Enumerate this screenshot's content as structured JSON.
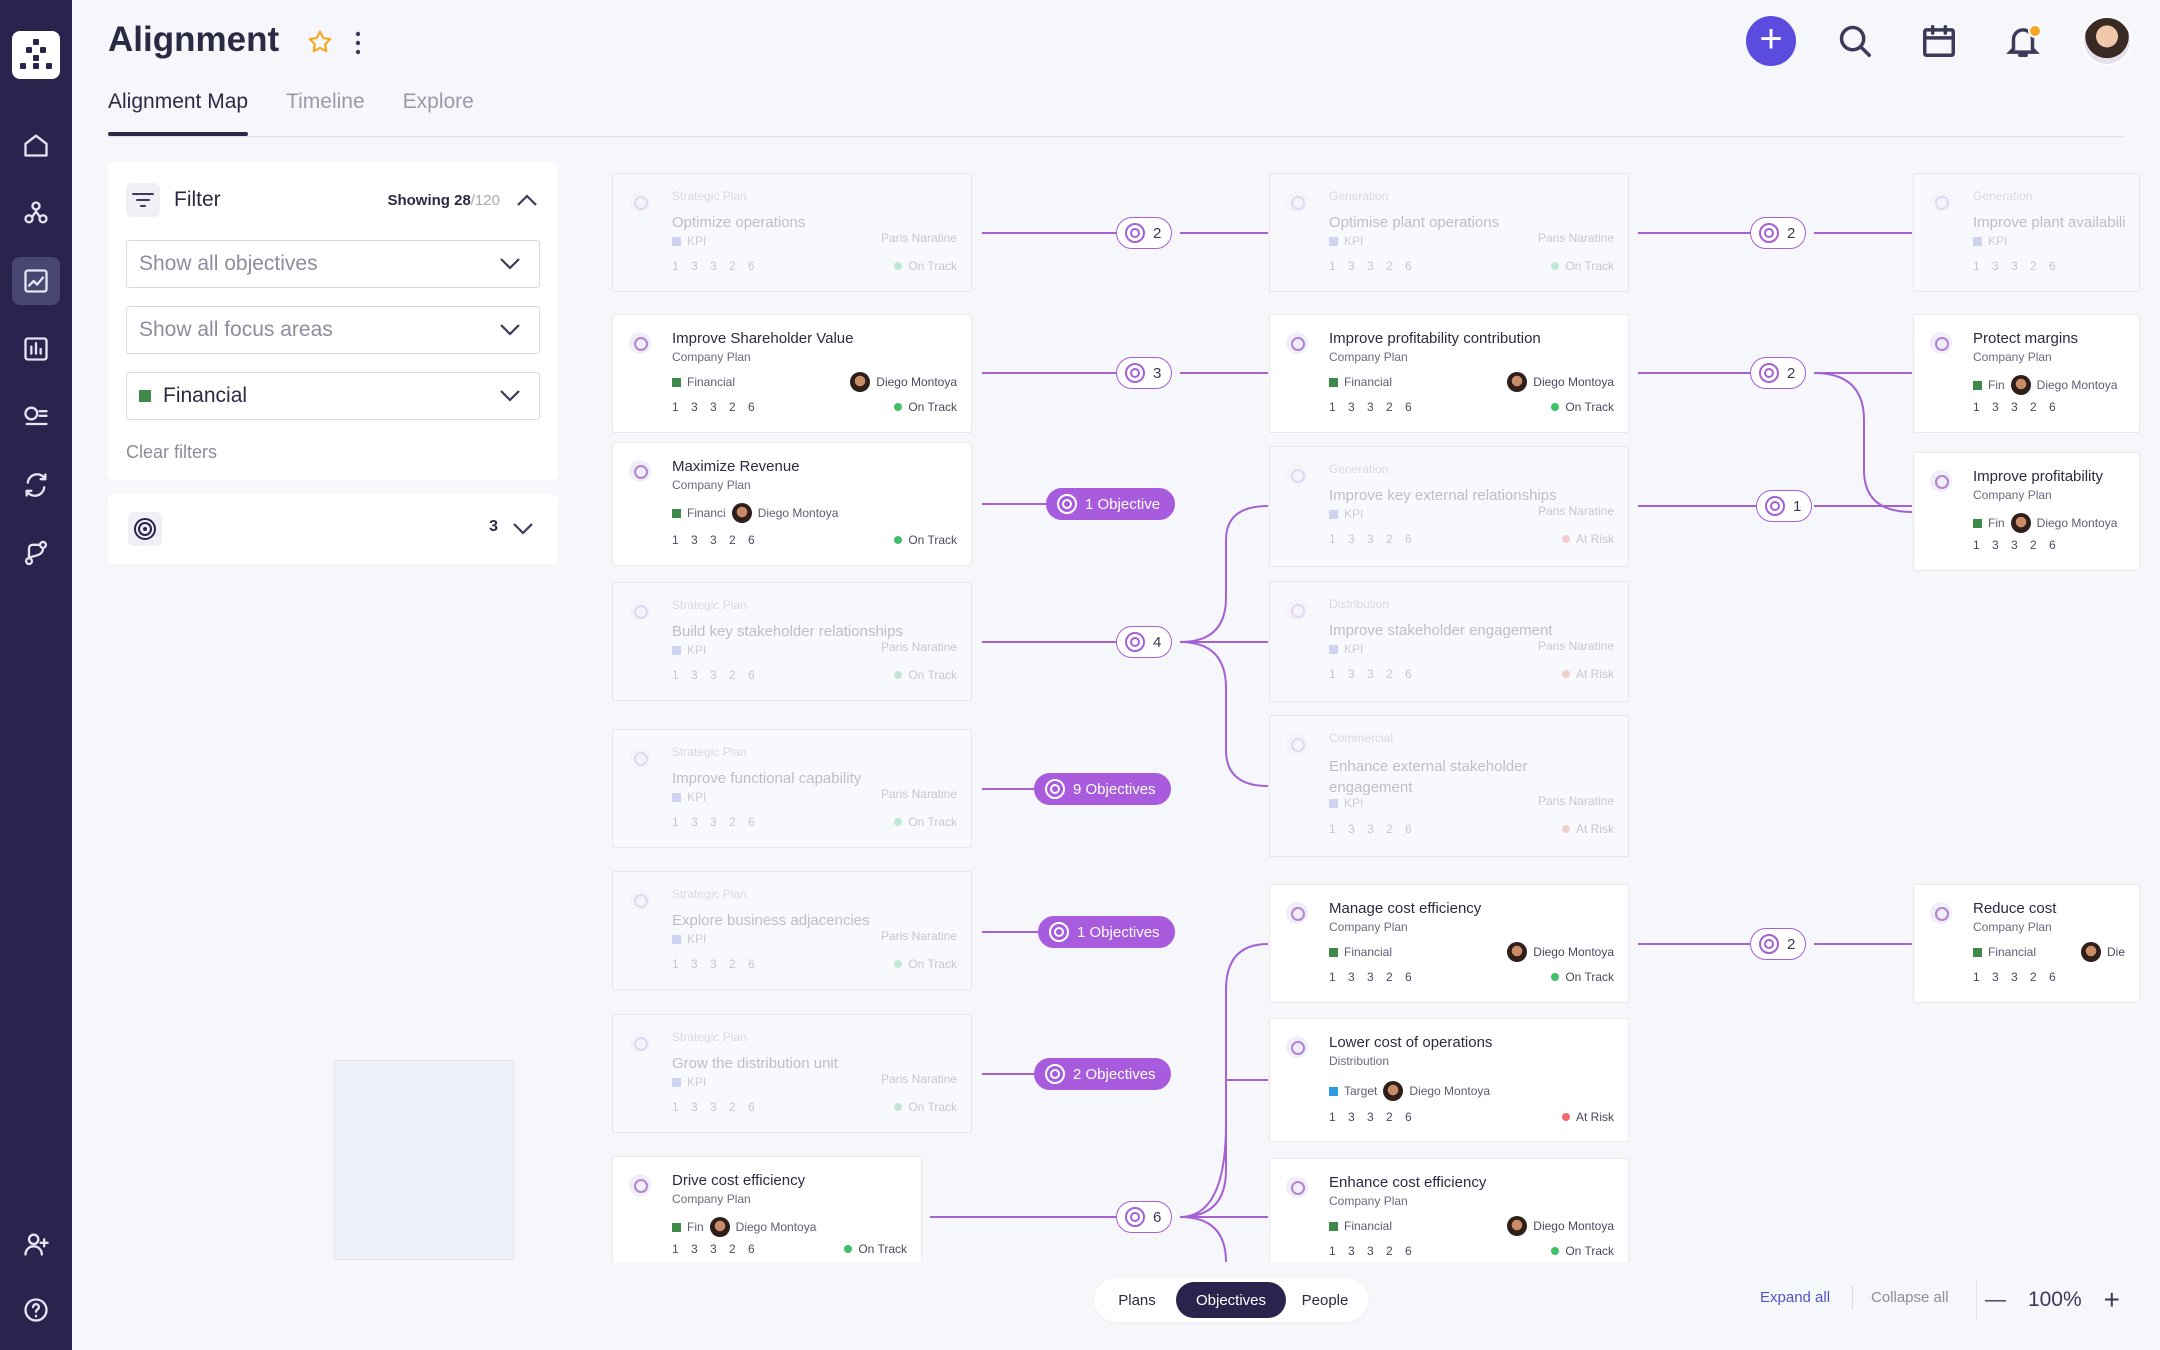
{
  "app": {
    "title": "Alignment",
    "tabs": [
      "Alignment Map",
      "Timeline",
      "Explore"
    ],
    "accent": "#5b4bdf",
    "sidebar_bg": "#28244e"
  },
  "sidebar": {
    "icons": [
      "home-icon",
      "people-network-icon",
      "trend-chart-icon",
      "bar-chart-icon",
      "report-icon",
      "sync-icon",
      "branch-icon",
      "add-user-icon",
      "help-icon"
    ]
  },
  "filter": {
    "title": "Filter",
    "showing": "Showing 28",
    "total": "/120",
    "objectives_placeholder": "Show all objectives",
    "focus_placeholder": "Show all focus areas",
    "area_value": "Financial",
    "clear": "Clear filters",
    "count": "3"
  },
  "cards": [
    {
      "sup": "Strategic Plan",
      "name": "Optimize operations",
      "fa": "KPI",
      "owner": "Paris Naratine",
      "stats": "1 3 3 2 6",
      "status": "On Track",
      "faded": true
    },
    {
      "sup": "",
      "name": "Improve Shareholder Value",
      "sub": "Company Plan",
      "fa": "Financial",
      "owner": "Diego Montoya",
      "stats": "1 3 3 2 6",
      "status": "On Track"
    },
    {
      "sup": "",
      "name": "Maximize Revenue",
      "sub": "Company Plan",
      "fa": "Financi",
      "owner": "Diego Montoya",
      "stats": "1 3 3 2 6",
      "status": "On Track"
    },
    {
      "sup": "Strategic Plan",
      "name": "Build key stakeholder relationships",
      "fa": "KPI",
      "owner": "Paris Naratine",
      "stats": "1 3 3 2 6",
      "status": "On Track",
      "faded": true
    },
    {
      "sup": "Strategic Plan",
      "name": "Improve functional capability",
      "fa": "KPI",
      "owner": "Paris Naratine",
      "stats": "1 3 3 2 6",
      "status": "On Track",
      "faded": true
    },
    {
      "sup": "Strategic Plan",
      "name": "Explore business adjacencies",
      "fa": "KPI",
      "owner": "Paris Naratine",
      "stats": "1 3 3 2 6",
      "status": "On Track",
      "faded": true
    },
    {
      "sup": "Strategic Plan",
      "name": "Grow the distribution unit",
      "fa": "KPI",
      "owner": "Paris Naratine",
      "stats": "1 3 3 2 6",
      "status": "On Track",
      "faded": true
    },
    {
      "sup": "",
      "name": "Drive cost efficiency",
      "sub": "Company Plan",
      "fa": "Fin",
      "owner": "Diego Montoya",
      "stats": "1 3 3 2 6",
      "status": "On Track"
    },
    {
      "sup": "Generation",
      "name": "Optimise plant operations",
      "fa": "KPI",
      "owner": "Paris Naratine",
      "stats": "1 3 3 2 6",
      "status": "On Track",
      "faded": true
    },
    {
      "sup": "",
      "name": "Improve profitability contribution",
      "sub": "Company Plan",
      "fa": "Financial",
      "owner": "Diego Montoya",
      "stats": "1 3 3 2 6",
      "status": "On Track"
    },
    {
      "sup": "Generation",
      "name": "Improve key external relationships",
      "fa": "KPI",
      "owner": "Paris Naratine",
      "stats": "1 3 3 2 6",
      "status": "At Risk",
      "faded": true
    },
    {
      "sup": "Distribution",
      "name": "Improve stakeholder engagement",
      "fa": "KPI",
      "owner": "Paris Naratine",
      "stats": "1 3 3 2 6",
      "status": "At Risk",
      "faded": true
    },
    {
      "sup": "Commercial",
      "name": "Enhance external stakeholder engagement",
      "fa": "KPI",
      "owner": "Paris Naratine",
      "stats": "1 3 3 2 6",
      "status": "At Risk",
      "faded": true
    },
    {
      "sup": "",
      "name": "Manage cost efficiency",
      "sub": "Company Plan",
      "fa": "Financial",
      "owner": "Diego Montoya",
      "stats": "1 3 3 2 6",
      "status": "On Track"
    },
    {
      "sup": "",
      "name": "Lower cost of operations",
      "sub": "Distribution",
      "fa": "Target",
      "owner": "Diego Montoya",
      "stats": "1 3 3 2 6",
      "status": "At Risk"
    },
    {
      "sup": "",
      "name": "Enhance cost efficiency",
      "sub": "Company Plan",
      "fa": "Financial",
      "owner": "Diego Montoya",
      "stats": "1 3 3 2 6",
      "status": "On Track"
    },
    {
      "sup": "Generation",
      "name": "Improve plant availabili",
      "fa": "KPI",
      "owner": "",
      "stats": "1 3 3 2 6",
      "status": "",
      "faded": true
    },
    {
      "sup": "",
      "name": "Protect margins",
      "sub": "Company Plan",
      "fa": "Fin",
      "owner": "Diego Montoya",
      "stats": "1 3 3 2 6",
      "status": ""
    },
    {
      "sup": "",
      "name": "Improve profitability",
      "sub": "Company Plan",
      "fa": "Fin",
      "owner": "Diego Montoya",
      "stats": "1 3 3 2 6",
      "status": ""
    },
    {
      "sup": "",
      "name": "Reduce cost",
      "sub": "Company Plan",
      "fa": "Financial",
      "owner": "Die",
      "stats": "1 3 3 2 6",
      "status": ""
    }
  ],
  "pills": [
    "2",
    "3",
    "1 Objective",
    "4",
    "9 Objectives",
    "1 Objectives",
    "2 Objectives",
    "6",
    "2",
    "2",
    "1",
    "2"
  ],
  "colors": {
    "financial": "#3e8a4b",
    "kpi": "#6b7ad8",
    "target": "#2d9be0",
    "on_track": "#3fbf6a",
    "at_risk": "#ef6b6b",
    "link": "#a461d4"
  },
  "bottom": {
    "plans": "Plans",
    "objectives": "Objectives",
    "people": "People",
    "expand": "Expand all",
    "collapse": "Collapse all",
    "zoom": "100%"
  }
}
